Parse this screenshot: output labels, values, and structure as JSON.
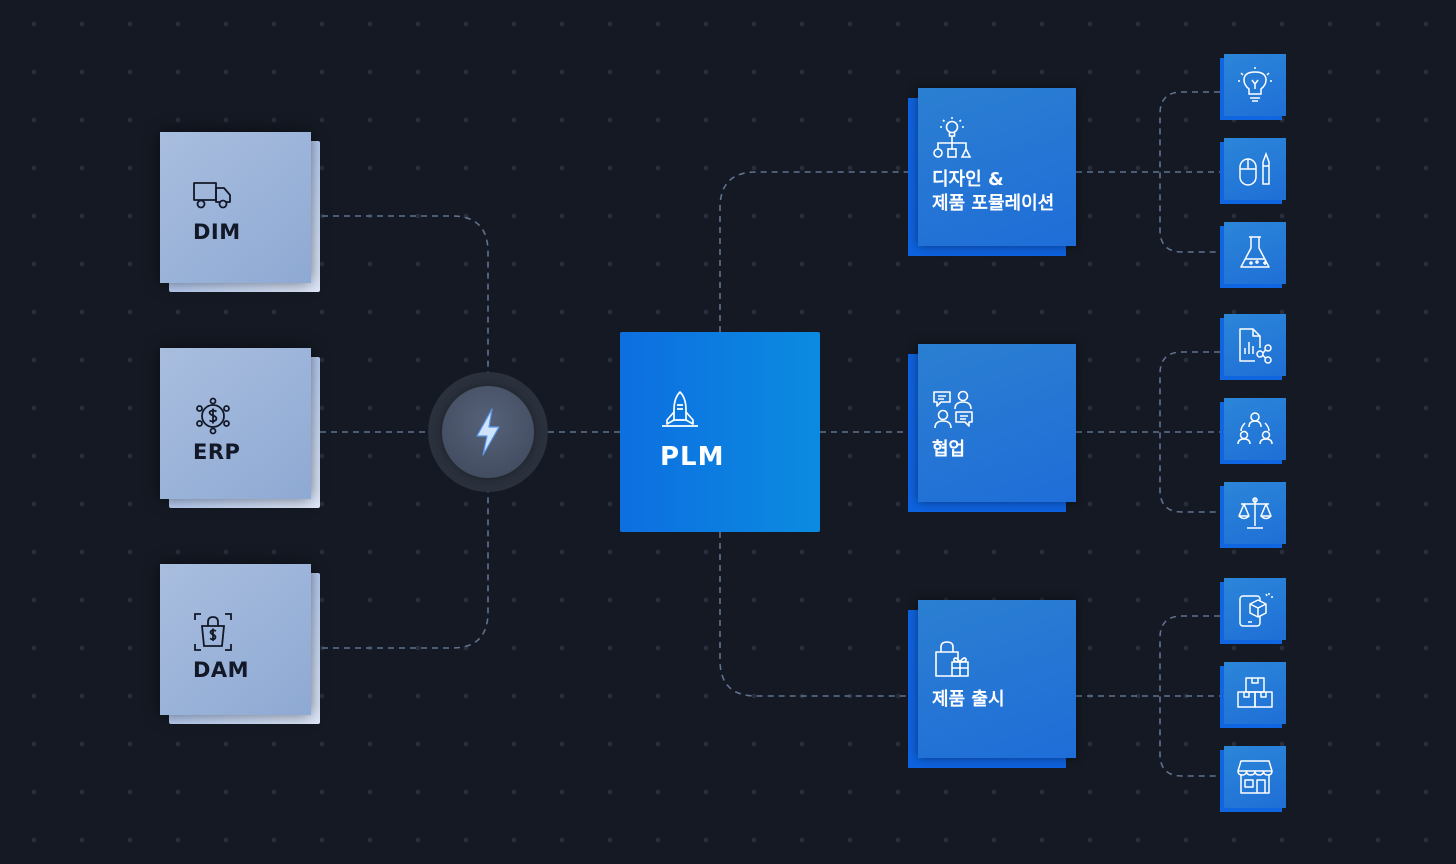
{
  "sources": [
    {
      "label": "DIM",
      "icon": "truck-icon"
    },
    {
      "label": "ERP",
      "icon": "dollar-network-icon"
    },
    {
      "label": "DAM",
      "icon": "shopping-bag-dollar-icon"
    }
  ],
  "hub": {
    "icon": "lightning-bolt-icon"
  },
  "center": {
    "label": "PLM",
    "icon": "rocket-icon"
  },
  "branches": [
    {
      "label_line1": "디자인 &",
      "label_line2": "제품 포뮬레이션",
      "icon": "ideation-icon",
      "tiles": [
        "lightbulb-icon",
        "mouse-pen-icon",
        "flask-icon"
      ]
    },
    {
      "label_line1": "협업",
      "label_line2": "",
      "icon": "people-chat-icon",
      "tiles": [
        "report-share-icon",
        "team-circle-icon",
        "balance-scale-icon"
      ]
    },
    {
      "label_line1": "제품 출시",
      "label_line2": "",
      "icon": "bag-gift-icon",
      "tiles": [
        "mobile-box-icon",
        "stacked-boxes-icon",
        "storefront-icon"
      ]
    }
  ],
  "colors": {
    "background": "#141923",
    "connector": "#5f7290",
    "plm_blue": "#0d6fe0",
    "card_blue": "#2278d4",
    "source_card": "#9bb3da"
  }
}
